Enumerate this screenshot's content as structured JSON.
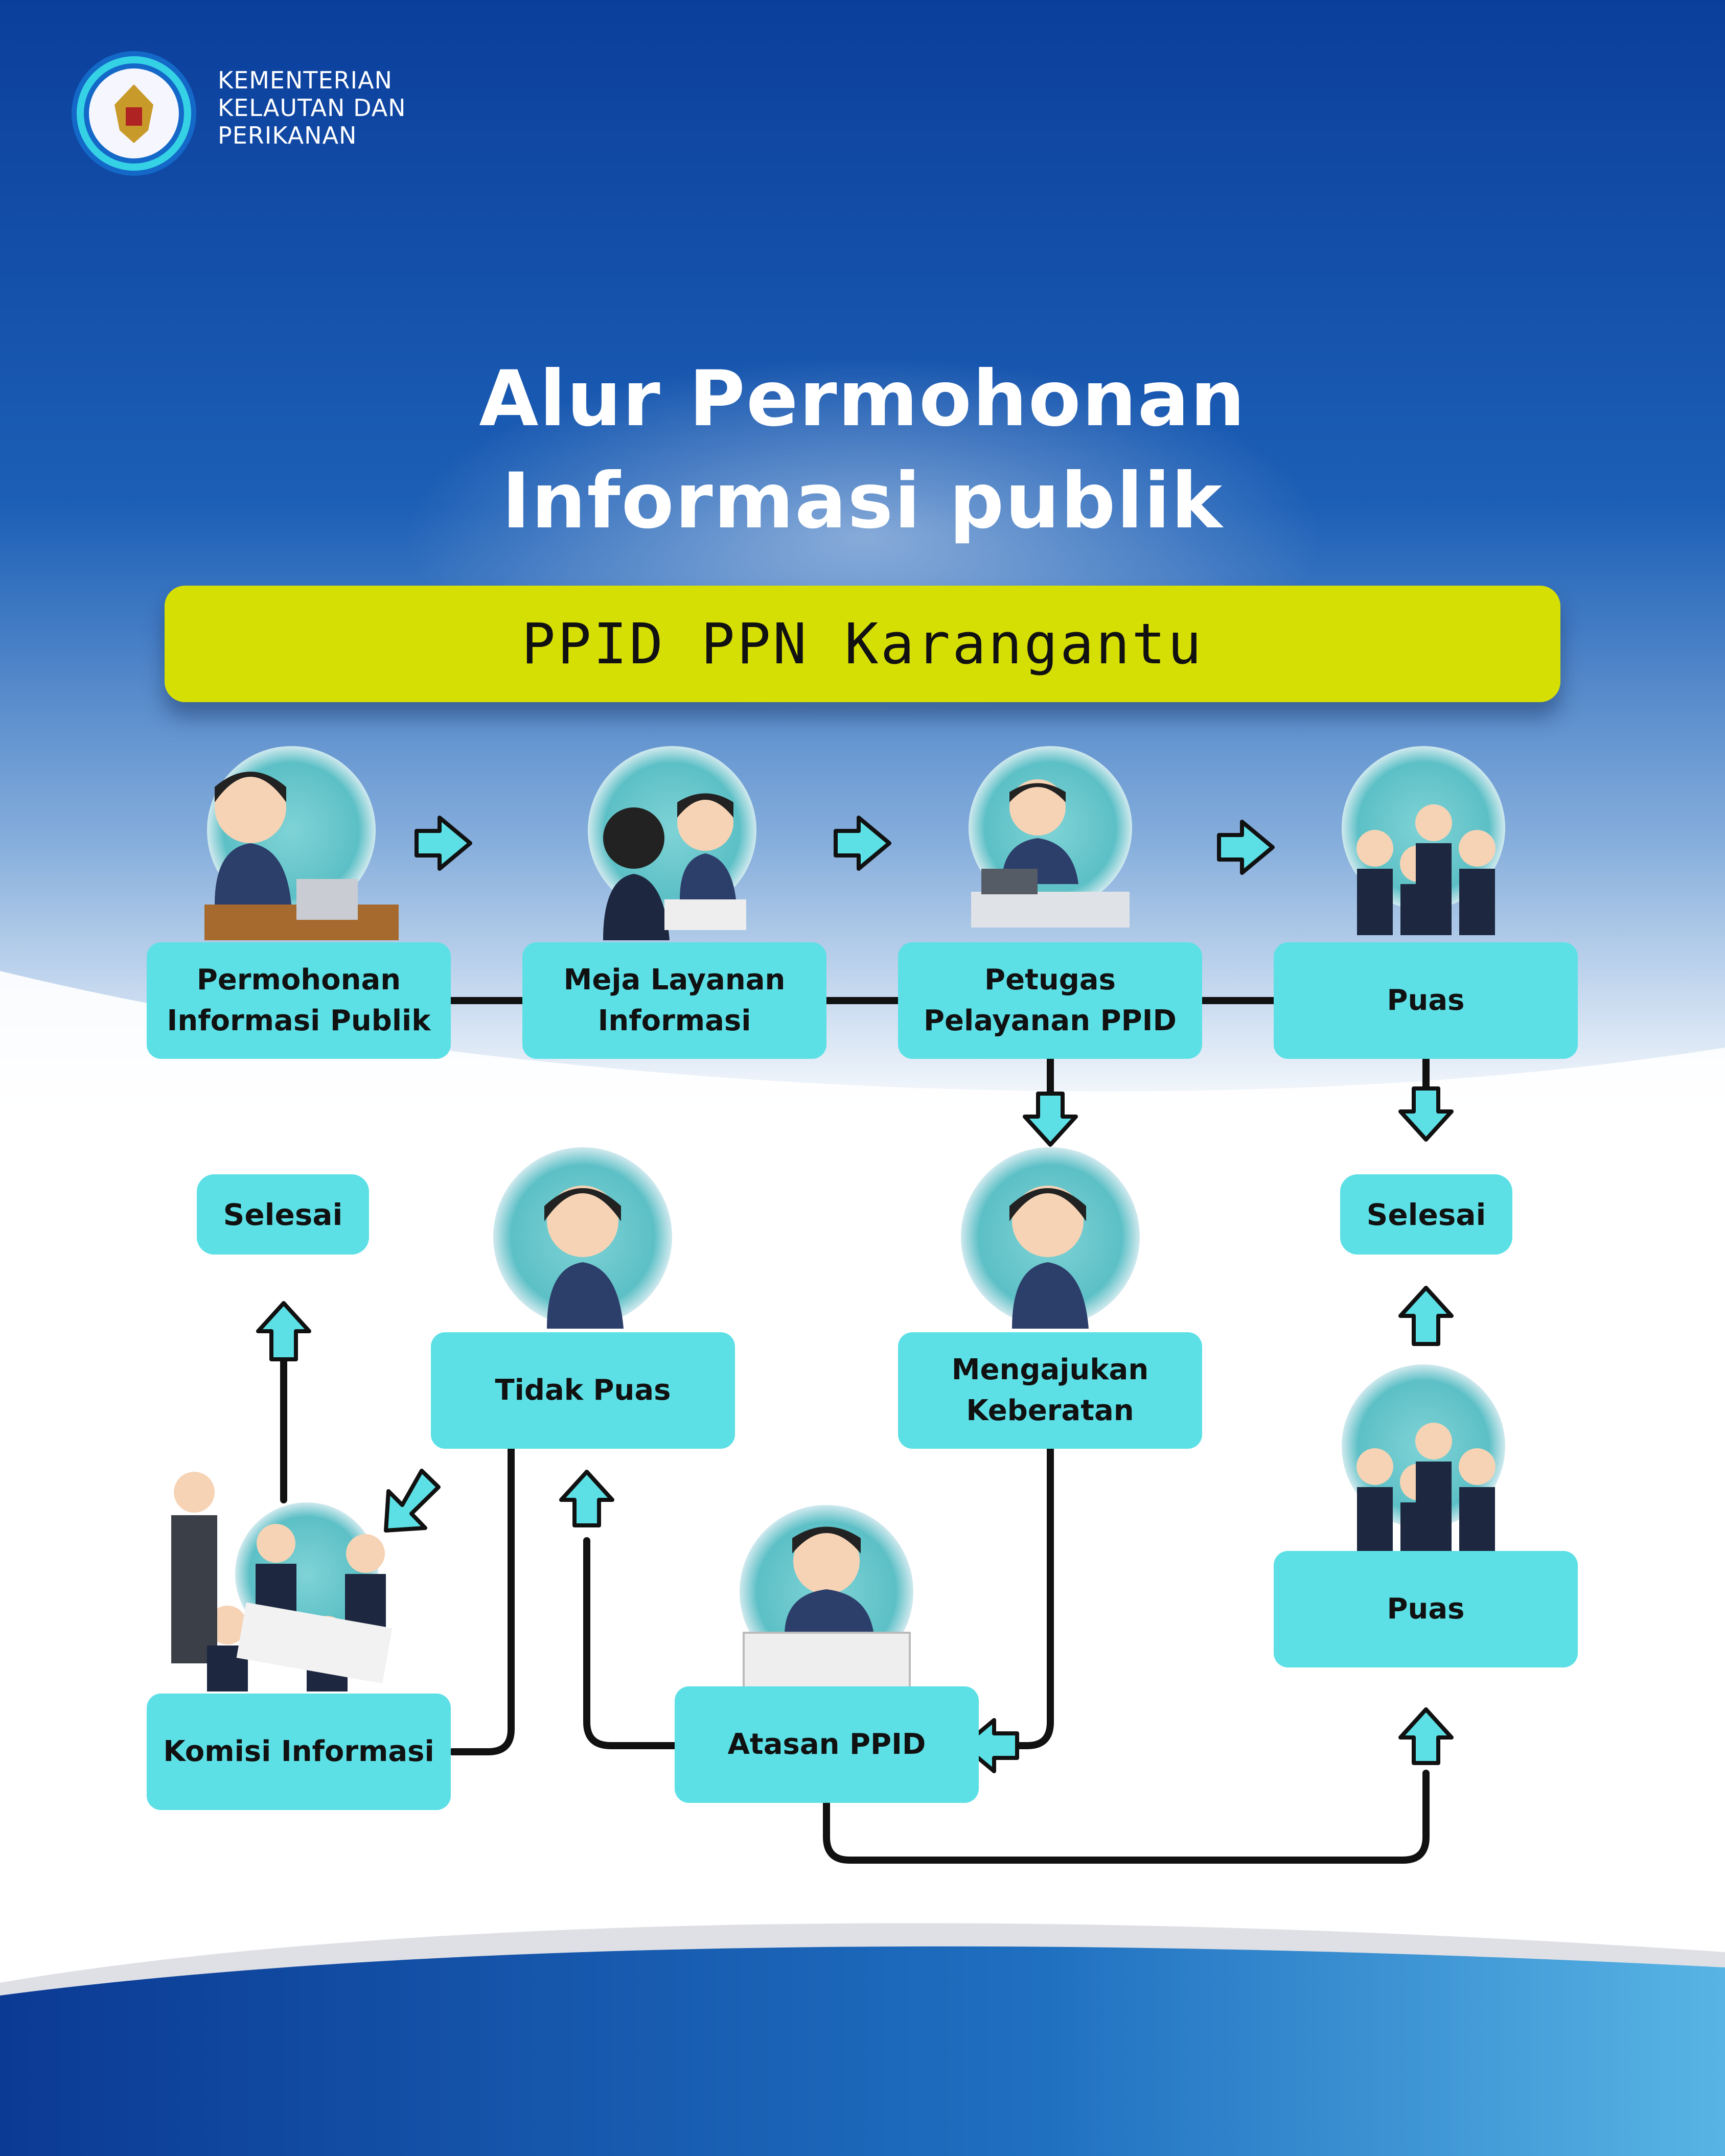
{
  "header": {
    "org_name": "KEMENTERIAN\nKELAUTAN DAN\nPERIKANAN",
    "logo_icon": "garuda-emblem-icon"
  },
  "title": {
    "line1": "Alur Permohonan",
    "line2": "Informasi publik"
  },
  "banner": {
    "label": "PPID PPN Karangantu"
  },
  "nodes": {
    "permohonan": "Permohonan\nInformasi Publik",
    "meja": "Meja Layanan\nInformasi",
    "petugas": "Petugas\nPelayanan PPID",
    "puas_top": "Puas",
    "selesai_left": "Selesai",
    "selesai_right": "Selesai",
    "tidak_puas": "Tidak Puas",
    "mengajukan": "Mengajukan\nKeberatan",
    "puas_bottom": "Puas",
    "komisi": "Komisi Informasi",
    "atasan": "Atasan PPID"
  },
  "colors": {
    "box": "#5ce0e6",
    "arrow": "#5ce0e6",
    "banner": "#d6df04",
    "header_blue": "#0a4aa6",
    "connector": "#111111"
  }
}
